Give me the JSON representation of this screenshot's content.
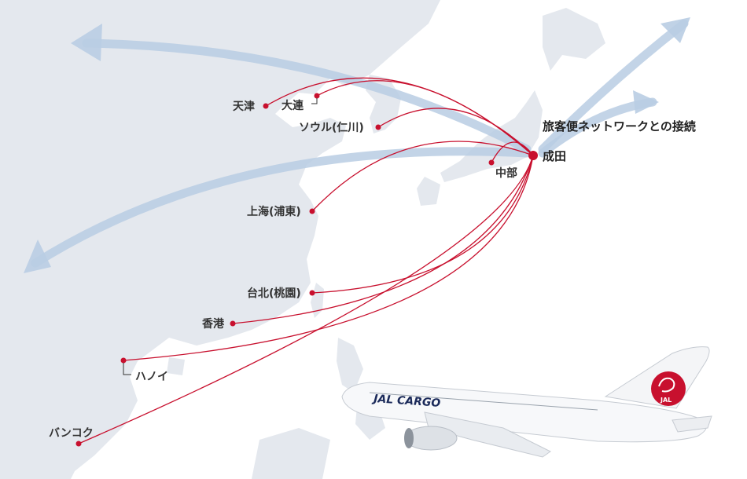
{
  "colors": {
    "sea": "#ffffff",
    "land": "#e4e8ee",
    "route": "#c8102e",
    "network_arrow": "#b9cde3",
    "label": "#333333"
  },
  "hub": {
    "label": "成田"
  },
  "network_label": "旅客便ネットワークとの接続",
  "destinations": [
    {
      "id": "tianjin",
      "label": "天津"
    },
    {
      "id": "dalian",
      "label": "大連"
    },
    {
      "id": "seoul",
      "label": "ソウル(仁川)"
    },
    {
      "id": "chubu",
      "label": "中部"
    },
    {
      "id": "shanghai",
      "label": "上海(浦東)"
    },
    {
      "id": "taipei",
      "label": "台北(桃園)"
    },
    {
      "id": "hongkong",
      "label": "香港"
    },
    {
      "id": "hanoi",
      "label": "ハノイ"
    },
    {
      "id": "bangkok",
      "label": "バンコク"
    }
  ],
  "aircraft": {
    "fuselage_text": "JAL CARGO",
    "tail_text": "JAL",
    "icon": "crane-logo-icon"
  }
}
